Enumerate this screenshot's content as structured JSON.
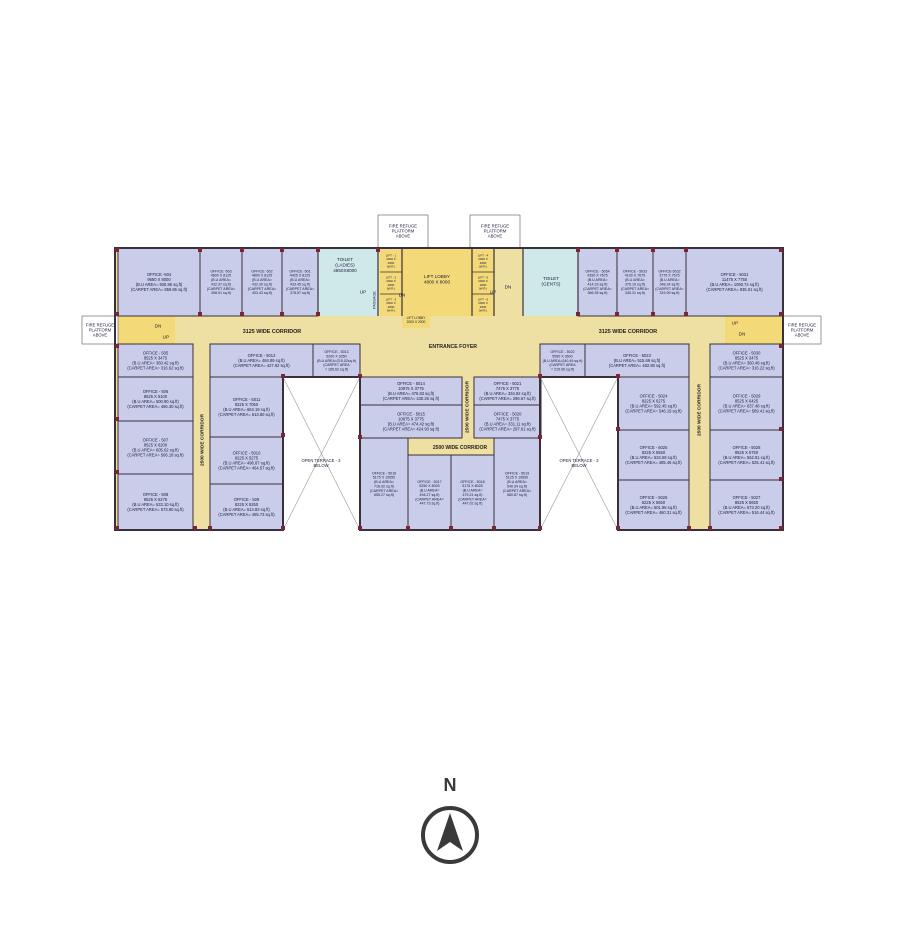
{
  "plan": {
    "colors": {
      "office": "#c9cdea",
      "corridor": "#eedfa2",
      "lift": "#f3d978",
      "toilet": "#cfe9e9",
      "wall": "#3a2f3a",
      "column": "#7a2538",
      "terrace": "#ffffff"
    },
    "rooms": [
      {
        "id": "r504",
        "lines": [
          "OFFICE -504",
          "9650 X 8000",
          "(B.U AREA= 928.86 sq.ft)",
          "(CARPET AREA= 859.85 sq.ft)"
        ]
      },
      {
        "id": "r503",
        "lines": [
          "OFFICE -503",
          "4600 X 8125",
          "(B.U AREA=",
          "432.37 sq.ft)",
          "(CARPET AREA=",
          "398.01 sq.ft)"
        ]
      },
      {
        "id": "r502",
        "lines": [
          "OFFICE -502",
          "4800 X 8125",
          "(B.U AREA=",
          "432.30 sq.ft)",
          "(CARPET AREA=",
          "403.43 sq.ft)"
        ]
      },
      {
        "id": "r501",
        "lines": [
          "OFFICE -501",
          "4425 X 8125",
          "(B.U AREA=",
          "433.45 sq.ft)",
          "(CARPET AREA=",
          "378.57 sq.ft)"
        ]
      },
      {
        "id": "r5034",
        "lines": [
          "OFFICE - 5034",
          "4350 X 7675",
          "(B.U AREA=",
          "414.23 sq.ft)",
          "(CARPET AREA=",
          "366.35 sq.ft)"
        ]
      },
      {
        "id": "r5033",
        "lines": [
          "OFFICE - 5033",
          "4100 X 7675",
          "(B.U AREA=",
          "375.19 sq.ft)",
          "(CARPET AREA=",
          "345.31 sq.ft)"
        ]
      },
      {
        "id": "r5032",
        "lines": [
          "OFFICE-5032",
          "3775 X 7675",
          "(B.U AREA=",
          "348.34 sq.ft)",
          "(CARPET AREA=",
          "319.99 sq.ft)"
        ]
      },
      {
        "id": "r5031",
        "lines": [
          "OFFICE - 5031",
          "11475 X 7750",
          "(B.U AREA= 1090.74 sq.ft)",
          "(CARPET AREA= 935.01 sq.ft)"
        ]
      },
      {
        "id": "r505",
        "lines": [
          "OFFICE - 505",
          "8525 X 3475",
          "(B.U AREA= 360.42 sq.ft)",
          "(CARPET AREA= 316.62 sq.ft)"
        ]
      },
      {
        "id": "r506",
        "lines": [
          "OFFICE - 506",
          "8525 X 5100",
          "(B.U AREA= 500.90 sq.ft)",
          "(CARPET AREA= 466.30 sq.ft)"
        ]
      },
      {
        "id": "r507",
        "lines": [
          "OFFICE - 507",
          "8525 X 6200",
          "(B.U AREA= 605.02 sq.ft)",
          "(CARPET AREA= 566.18 sq.ft)"
        ]
      },
      {
        "id": "r508",
        "lines": [
          "OFFICE - 508",
          "8525 X 6275",
          "(B.U AREA= 633.10 sq.ft)",
          "(CARPET AREA= 573.80 sq.ft)"
        ]
      },
      {
        "id": "r5012",
        "lines": [
          "OFFICE - 5012",
          "(B.U AREA= 484.89 sq.ft)",
          "(CARPET AREA= 427.92 sq.ft)"
        ]
      },
      {
        "id": "r5013",
        "lines": [
          "OFFICE - 5013",
          "5200 X 3350",
          "(B.U AREA=215.02sq.ft)",
          "(CARPET AREA",
          "= 185.62 sq.ft)"
        ]
      },
      {
        "id": "r5011",
        "lines": [
          "OFFICE - 5011",
          "8225 X 7050",
          "(B.U AREA= 664.19 sq.ft)",
          "(CARPET AREA= 613.80 sq.ft)"
        ]
      },
      {
        "id": "r5010",
        "lines": [
          "OFFICE - 5010",
          "8225 X 5275",
          "(B.U AREA= 496.87 sq.ft)",
          "(CARPET AREA= 464.57 sq.ft)"
        ]
      },
      {
        "id": "r509",
        "lines": [
          "OFFICE - 509",
          "8225 X 5250",
          "(B.U AREA= 514.83 sq.ft)",
          "(CARPET AREA= 465.73 sq.ft)"
        ]
      },
      {
        "id": "r5014",
        "lines": [
          "OFFICE - 5014",
          "10875 X 3775",
          "(B.U AREA= 476.83 sq.ft)",
          "(CARPET AREA= 430.26 sq.ft)"
        ]
      },
      {
        "id": "r5015",
        "lines": [
          "OFFICE - 5015",
          "10875 X 3775",
          "(B.U AREA= 474.42 sq.ft)",
          "(CARPET AREA= 424.93 sq.ft)"
        ]
      },
      {
        "id": "r5021",
        "lines": [
          "OFFICE - 5021",
          "7475 X 3775",
          "(B.U AREA= 334.82 sq.ft)",
          "(CARPET AREA= 296.67 sq.ft)"
        ]
      },
      {
        "id": "r5020",
        "lines": [
          "OFFICE - 5020",
          "7475 X 3775",
          "(B.U AREA= 331.11 sq.ft)",
          "(CARPET AREA= 297.61 sq.ft)"
        ]
      },
      {
        "id": "r5016",
        "lines": [
          "OFFICE - 5016",
          "5175 X 10650",
          "(B.U AREA=",
          "716.02 sq.ft)",
          "(CARPET AREA=",
          "655.27 sq.ft)"
        ]
      },
      {
        "id": "r5017",
        "lines": [
          "OFFICE - 5017",
          "5250 X 8025",
          "(B.U AREA=",
          "494.27 sq.ft)",
          "(CARPET AREA=",
          "447.73 sq.ft)"
        ]
      },
      {
        "id": "r5018",
        "lines": [
          "OFFICE - 5018",
          "5175 X 8025",
          "(B.U AREA=",
          "479.21 sq.ft)",
          "(CARPET AREA=",
          "447.02 sq.ft)"
        ]
      },
      {
        "id": "r5019",
        "lines": [
          "OFFICE - 5019",
          "5125 X 10650",
          "(B.U AREA=",
          "540.34 sq.ft)",
          "(CARPET AREA=",
          "580.87 sq.ft)"
        ]
      },
      {
        "id": "r5022",
        "lines": [
          "OFFICE - 5022",
          "5550 X 3600",
          "(B.U AREA=240.49 sq.ft)",
          "(CARPET AREA",
          "= 215.06 sq.ft)"
        ]
      },
      {
        "id": "r5023",
        "lines": [
          "OFFICE - 5023",
          "(B.U AREA= 515.69 sq.ft)",
          "(CARPET AREA= 462.80 sq.ft)"
        ]
      },
      {
        "id": "r5024",
        "lines": [
          "OFFICE - 5024",
          "8225 X 6275",
          "(B.U AREA= 592.45 sq.ft)",
          "(CARPET AREA= 546.19 sq.ft)"
        ]
      },
      {
        "id": "r5025",
        "lines": [
          "OFFICE - 5025",
          "8225 X 5550",
          "(B.U AREA= 534.58 sq.ft)",
          "(CARPET AREA= 485.46 sq.ft)"
        ]
      },
      {
        "id": "r5026",
        "lines": [
          "OFFICE - 5026",
          "8225 X 5650",
          "(B.U AREA= 501.95 sq.ft)",
          "(CARPET AREA= 460.31 sq.ft)"
        ]
      },
      {
        "id": "r5030",
        "lines": [
          "OFFICE - 5030",
          "8525 X 3475",
          "(B.U AREA= 360.48 sq.ft)",
          "(CARPET AREA= 316.22 sq.ft)"
        ]
      },
      {
        "id": "r5029",
        "lines": [
          "OFFICE - 5029",
          "8525 X 6425",
          "(B.U AREA= 637.48 sq.ft)",
          "(CARPET AREA= 589.41 sq.ft)"
        ]
      },
      {
        "id": "r5028",
        "lines": [
          "OFFICE - 5028",
          "8525 X 5750",
          "(B.U AREA= 562.81 sq.ft)",
          "(CARPET AREA= 525.41 sq.ft)"
        ]
      },
      {
        "id": "r5027",
        "lines": [
          "OFFICE - 5027",
          "8525 X 5650",
          "(B.U AREA= 573.20 sq.ft)",
          "(CARPET AREA= 516.44 sq.ft)"
        ]
      }
    ],
    "labels": {
      "corridor_3125_left": "3125 WIDE CORRIDOR",
      "corridor_3125_right": "3125 WIDE CORRIDOR",
      "entrance_foyer": "ENTRANCE FOYER",
      "corridor_2500_left": "2500 WIDE CORRIDOR",
      "corridor_2500_center_v": "2500 WIDE CORRIDOR",
      "corridor_2500_center_h": "2500 WIDE CORRIDOR",
      "corridor_2500_right": "2500 WIDE CORRIDOR",
      "terrace_left": [
        "OPEN TERRACE - 3",
        "BELOW"
      ],
      "terrace_right": [
        "OPEN TERRACE - 3",
        "BELOW"
      ],
      "fire_refuge_top_left": [
        "FIRE REFUGE",
        "PLATFORM",
        "ABOVE"
      ],
      "fire_refuge_top_right": [
        "FIRE REFUGE",
        "PLATFORM",
        "ABOVE"
      ],
      "fire_refuge_left": [
        "FIRE REFUGE",
        "PLATFORM",
        "ABOVE"
      ],
      "fire_refuge_right": [
        "FIRE REFUGE",
        "PLATFORM",
        "ABOVE"
      ],
      "toilet_ladies": [
        "TOILET",
        "(LADIES)",
        "4850X8000"
      ],
      "toilet_gents": [
        "TOILET",
        "(GENTS)"
      ],
      "lift_lobby": [
        "LIFT LOBBY",
        "4800 X 8000"
      ],
      "lift_lobby_small": [
        "LIFT LOBBY",
        "2000 X 2000"
      ],
      "passage": "PASSAGE",
      "up": "UP",
      "dn": "DN",
      "shaft": "SHAFT",
      "lifts_left": [
        [
          "LIFT - 1",
          "2000 X",
          "2800",
          "(W.R.)"
        ],
        [
          "LIFT - 2",
          "2000 X",
          "2800",
          "(W.R.)"
        ],
        [
          "LIFT - 3",
          "2000 X",
          "2800",
          "(W.R.)"
        ]
      ],
      "lifts_right": [
        [
          "LIFT - 4",
          "2000 X",
          "2800",
          "(W.R.)"
        ],
        [
          "LIFT - 5",
          "2000 X",
          "2800",
          "(W.R.)"
        ],
        [
          "LIFT - 6",
          "2000 X",
          "2800",
          "(W.R.)"
        ]
      ],
      "service_small": [
        "FIRE",
        "LIFT"
      ]
    }
  },
  "compass": {
    "letter": "N"
  }
}
